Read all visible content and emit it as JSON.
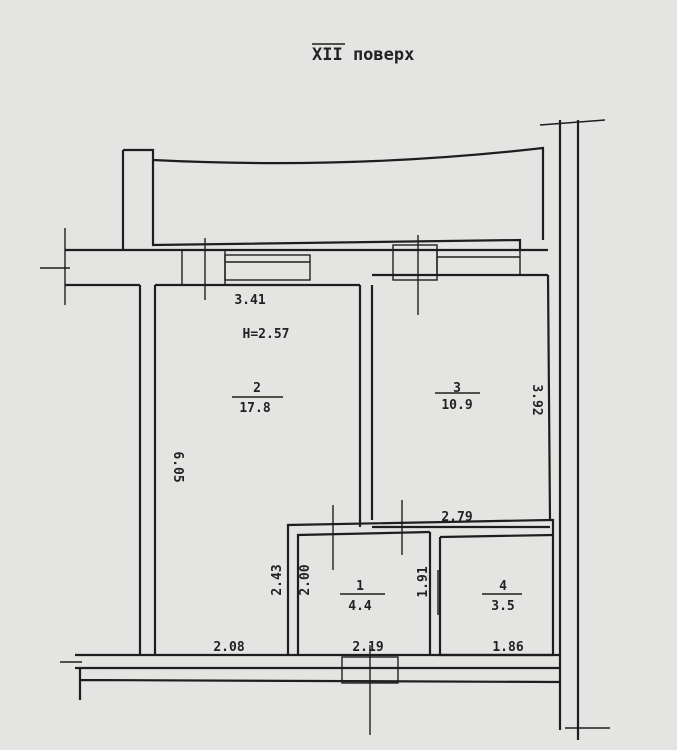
{
  "title": "XII поверх",
  "ceiling_height": "H=2.57",
  "rooms": [
    {
      "number": "1",
      "area": "4.4"
    },
    {
      "number": "2",
      "area": "17.8"
    },
    {
      "number": "3",
      "area": "10.9"
    },
    {
      "number": "4",
      "area": "3.5"
    }
  ],
  "dimensions": {
    "room2_top": "3.41",
    "room2_side": "6.05",
    "room2_bottom": "2.08",
    "room3_side": "3.92",
    "room3_bottom": "2.79",
    "corridor_left": "2.43",
    "room1_side": "2.00",
    "room1_bottom": "2.19",
    "room4_side": "1.91",
    "room4_bottom": "1.86"
  }
}
